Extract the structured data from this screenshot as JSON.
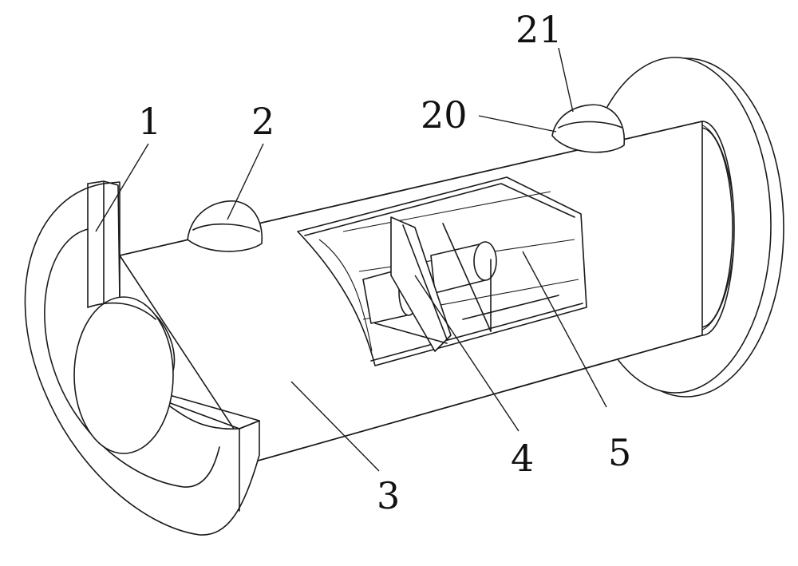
{
  "labels": {
    "part_1": "1",
    "part_2": "2",
    "part_3": "3",
    "part_4": "4",
    "part_5": "5",
    "part_20": "20",
    "part_21": "21"
  },
  "colors": {
    "line": "#1a1a1a",
    "background": "#ffffff"
  }
}
